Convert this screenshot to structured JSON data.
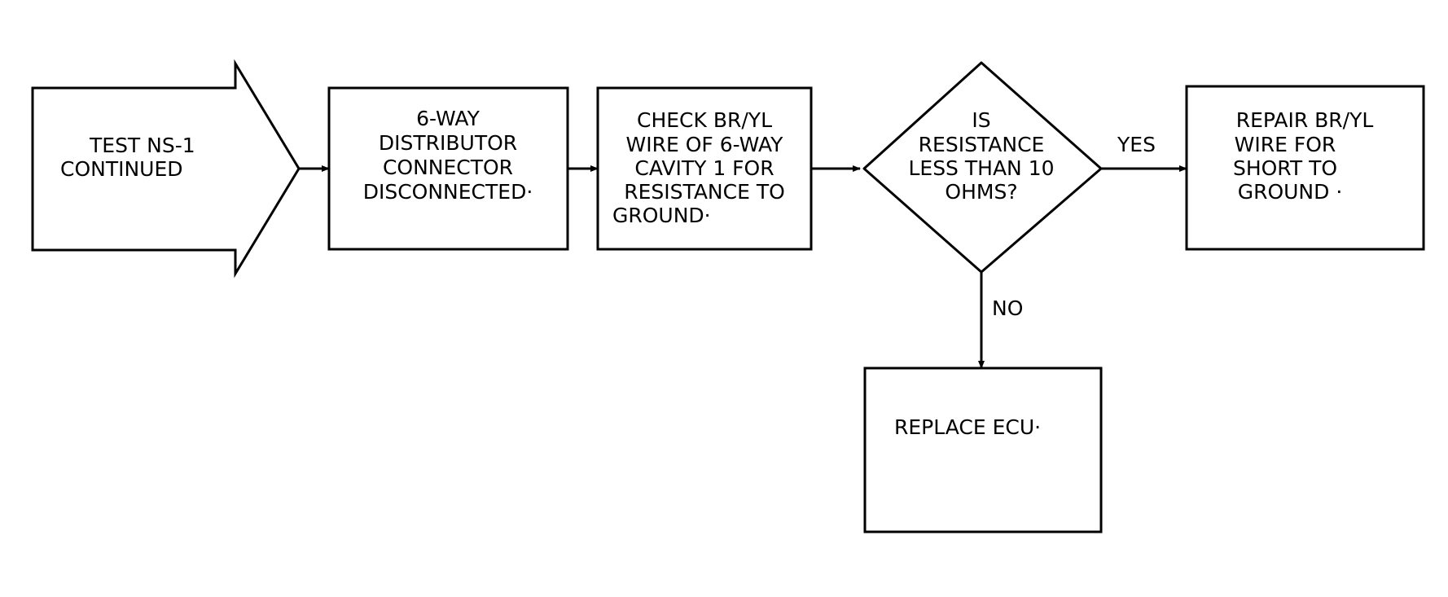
{
  "colors": {
    "ink": "#000000",
    "paper": "#ffffff"
  },
  "diagram": {
    "start": {
      "lines": [
        "TEST NS-1",
        "CONTINUED"
      ]
    },
    "step1": {
      "lines": [
        "6-WAY",
        "DISTRIBUTOR",
        "CONNECTOR",
        "DISCONNECTED·"
      ]
    },
    "step2": {
      "lines": [
        "CHECK BR/YL",
        "WIRE OF 6-WAY",
        "CAVITY 1 FOR",
        "RESISTANCE TO",
        "GROUND·"
      ]
    },
    "decision": {
      "lines": [
        "IS",
        "RESISTANCE",
        "LESS THAN 10",
        "OHMS?"
      ]
    },
    "yes_label": "YES",
    "no_label": "NO",
    "yes_box": {
      "lines": [
        "REPAIR BR/YL",
        "WIRE FOR",
        "SHORT TO",
        "GROUND ·"
      ]
    },
    "no_box": {
      "lines": [
        "REPLACE ECU·"
      ]
    }
  }
}
